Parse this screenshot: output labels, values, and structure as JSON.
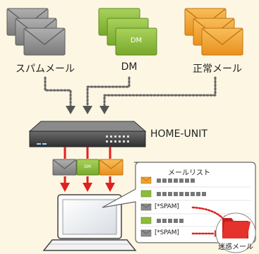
{
  "sources": [
    {
      "label": "スパムメール",
      "type": "spam",
      "color": "#8c8c8c"
    },
    {
      "label": "DM",
      "type": "dm",
      "color": "#8cbd3a",
      "card_text": "DM"
    },
    {
      "label": "正常メール",
      "type": "normal",
      "color": "#f0a02c"
    }
  ],
  "device": {
    "label": "HOME-UNIT"
  },
  "passing_icons": [
    {
      "type": "spam"
    },
    {
      "type": "dm",
      "text": "DM"
    },
    {
      "type": "normal"
    }
  ],
  "mail_list": {
    "title": "メールリスト",
    "rows": [
      {
        "icon": "envelope-orange",
        "spam": false
      },
      {
        "icon": "green-square",
        "spam": false
      },
      {
        "icon": "envelope-gray",
        "spam": true,
        "tag": "[*SPAM]"
      },
      {
        "icon": "green-square",
        "spam": false
      },
      {
        "icon": "envelope-gray",
        "spam": true,
        "tag": "[*SPAM]"
      }
    ]
  },
  "junk_folder": {
    "label": "迷惑メール"
  },
  "colors": {
    "spam": "#8c8c8c",
    "dm": "#8cbd3a",
    "normal": "#f0a02c",
    "arrow_red": "#e02020",
    "arrow_gray": "#555555",
    "dotted_gray": "#666666",
    "background": "#fdf6e3"
  }
}
